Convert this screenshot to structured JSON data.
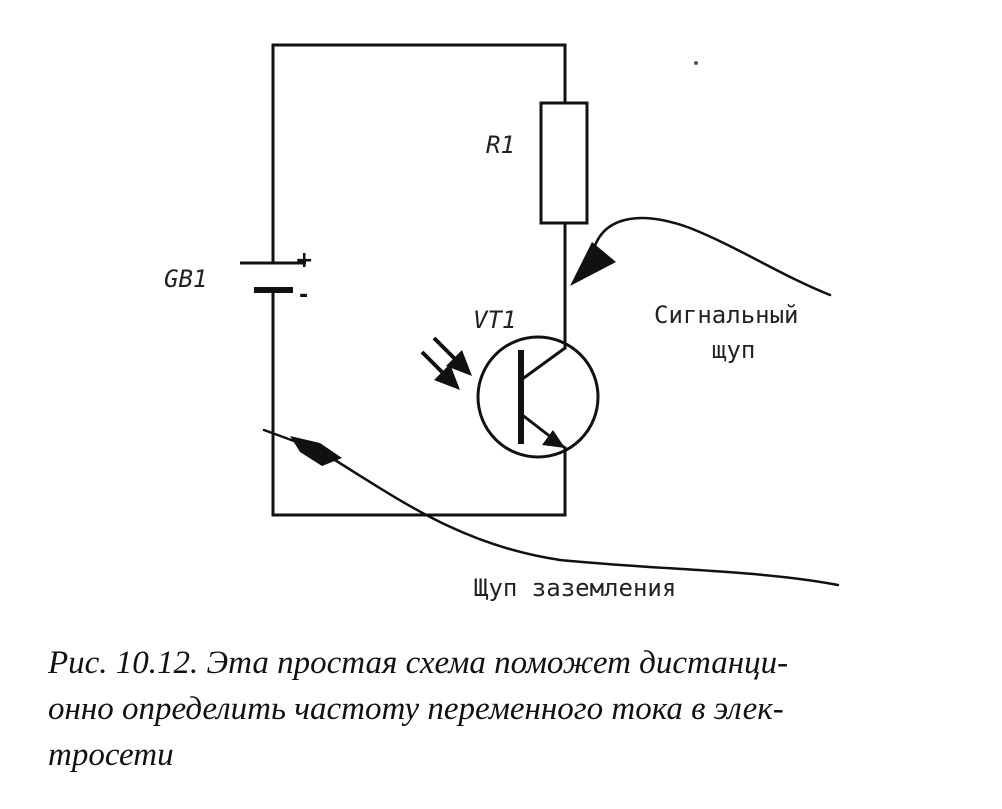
{
  "labels": {
    "resistor": "R1",
    "battery": "GB1",
    "transistor": "VT1",
    "battery_plus": "+",
    "battery_minus": "-",
    "signal_probe_line1": "Сигнальный",
    "signal_probe_line2": "щуп",
    "ground_probe": "Щуп заземления"
  },
  "caption": {
    "line1": "Рис. 10.12. Эта простая схема поможет дистанци-",
    "line2": "онно определить частоту переменного тока в элек-",
    "line3": "тросети"
  }
}
